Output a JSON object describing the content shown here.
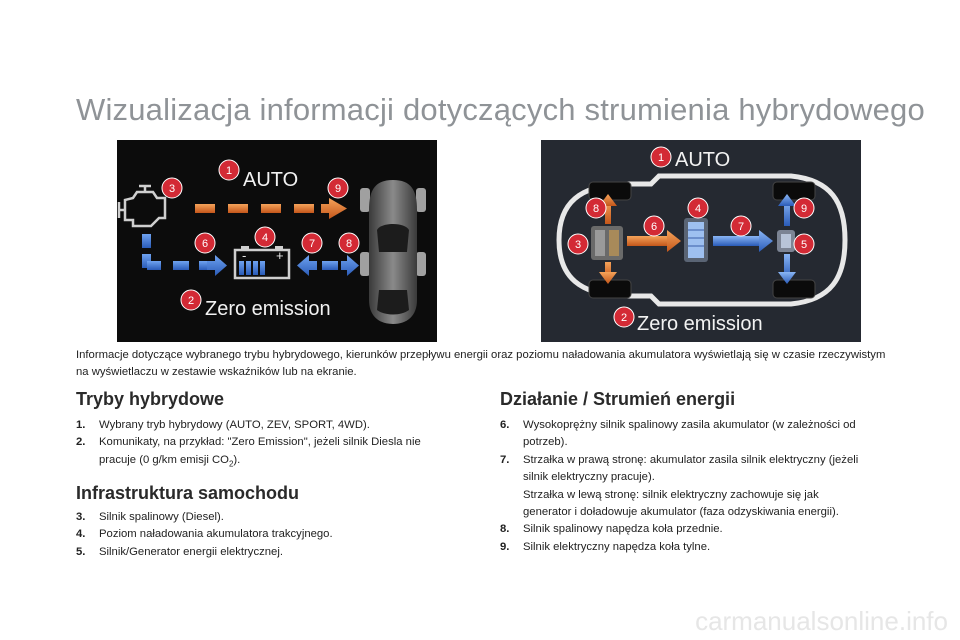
{
  "page": {
    "title": "Wizualizacja informacji dotyczących strumienia hybrydowego",
    "intro": "Informacje dotyczące wybranego trybu hybrydowego, kierunków przepływu energii oraz poziomu naładowania akumulatora wyświetlają się w czasie rzeczywistym na wyświetlaczu w zestawie wskaźników lub na ekranie."
  },
  "figure_left": {
    "auto_label": "AUTO",
    "zero_label": "Zero emission",
    "badges": [
      "1",
      "2",
      "3",
      "4",
      "6",
      "7",
      "8",
      "9"
    ],
    "battery_signs": [
      "-",
      "+"
    ]
  },
  "figure_right": {
    "auto_label": "AUTO",
    "zero_label": "Zero emission",
    "badges": [
      "1",
      "2",
      "3",
      "4",
      "5",
      "6",
      "7",
      "8",
      "9"
    ]
  },
  "sections": {
    "modes": {
      "heading": "Tryby hybrydowe",
      "items": [
        {
          "num": "1.",
          "text": "Wybrany tryb hybrydowy (AUTO, ZEV, SPORT, 4WD)."
        },
        {
          "num": "2.",
          "text": "Komunikaty, na przykład: \"Zero Emission\", jeżeli silnik Diesla nie",
          "cont_pre": "pracuje (0 g/km emisji CO",
          "cont_sub": "2",
          "cont_post": ")."
        }
      ]
    },
    "infra": {
      "heading": "Infrastruktura samochodu",
      "items": [
        {
          "num": "3.",
          "text": "Silnik spalinowy (Diesel)."
        },
        {
          "num": "4.",
          "text": "Poziom naładowania akumulatora trakcyjnego."
        },
        {
          "num": "5.",
          "text": "Silnik/Generator energii elektrycznej."
        }
      ]
    },
    "flow": {
      "heading": "Działanie / Strumień energii",
      "items": [
        {
          "num": "6.",
          "text": "Wysokoprężny silnik spalinowy zasila akumulator (w zależności od",
          "cont": "potrzeb)."
        },
        {
          "num": "7.",
          "text": "Strzałka w prawą stronę: akumulator zasila silnik elektryczny (jeżeli",
          "cont": "silnik elektryczny pracuje).",
          "cont2": "Strzałka w lewą stronę: silnik elektryczny zachowuje się jak",
          "cont3": "generator i doładowuje akumulator (faza odzyskiwania energii)."
        },
        {
          "num": "8.",
          "text": "Silnik spalinowy napędza koła przednie."
        },
        {
          "num": "9.",
          "text": "Silnik elektryczny napędza koła tylne."
        }
      ]
    }
  },
  "watermark": "carmanualsonline.info",
  "colors": {
    "title": "#8f9397",
    "badge": "#d32a35",
    "orange_arrow": "#e07a2a",
    "blue_arrow": "#3f7ad6",
    "panel_left": "#0c0c0c",
    "panel_right": "#252931"
  }
}
